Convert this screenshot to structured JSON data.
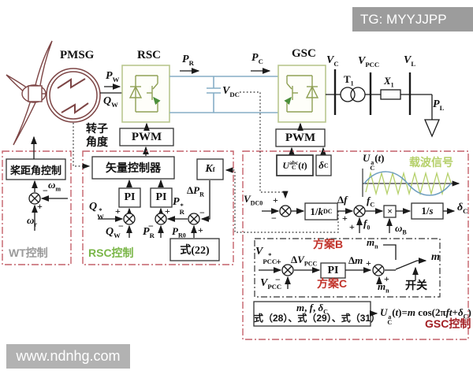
{
  "tg_badge": "TG: MYYJJPP",
  "watermark": "www.ndnhg.com",
  "signs": {
    "plus": "+",
    "minus": "−",
    "times": "×"
  },
  "powertrain": {
    "generator": "PMSG",
    "rsc": "RSC",
    "gsc": "GSC",
    "pwm": "PWM",
    "p_w": [
      {
        "t": "P",
        "i": true
      },
      {
        "sub": "W"
      }
    ],
    "q_w": [
      {
        "t": "Q",
        "i": true
      },
      {
        "sub": "W"
      }
    ],
    "p_r": [
      {
        "t": "P",
        "i": true
      },
      {
        "sub": "R"
      }
    ],
    "p_c": [
      {
        "t": "P",
        "i": true
      },
      {
        "sub": "C"
      }
    ],
    "v_dc": [
      {
        "t": "V",
        "i": true
      },
      {
        "sub": "DC"
      }
    ],
    "v_c": [
      {
        "t": "V",
        "i": true
      },
      {
        "sub": "C"
      }
    ],
    "t1": [
      {
        "t": "T"
      },
      {
        "sub": "1"
      }
    ],
    "v_pcc": [
      {
        "t": "V",
        "i": true
      },
      {
        "sub": "PCC"
      }
    ],
    "x1": [
      {
        "t": "X",
        "i": true
      },
      {
        "sub": "1"
      }
    ],
    "v_l": [
      {
        "t": "V",
        "i": true
      },
      {
        "sub": "L"
      }
    ],
    "p_l": [
      {
        "t": "P",
        "i": true
      },
      {
        "sub": "L"
      }
    ]
  },
  "wt_control": {
    "title": "WT控制",
    "pitch": "桨距角控制",
    "omega_m": [
      {
        "t": "ω",
        "i": true
      },
      {
        "sub": "m"
      }
    ],
    "omega_r": [
      {
        "t": "ω",
        "i": true
      },
      {
        "sub": "r"
      }
    ]
  },
  "rsc_control": {
    "title": "RSC控制",
    "rotor_angle_1": "转子",
    "rotor_angle_2": "角度",
    "vector": "矢量控制器",
    "pi": "PI",
    "kf": [
      {
        "t": "K",
        "i": true
      },
      {
        "sub": "f"
      }
    ],
    "delta_pr": [
      {
        "t": "Δ"
      },
      {
        "t": "P",
        "i": true
      },
      {
        "sub": "R"
      }
    ],
    "qw_ref": [
      {
        "t": "Q",
        "i": true
      },
      {
        "sup": "*",
        "sub": "W"
      }
    ],
    "qw": [
      {
        "t": "Q",
        "i": true
      },
      {
        "sub": "W"
      }
    ],
    "pr_ref": [
      {
        "t": "P",
        "i": true
      },
      {
        "sup": "*",
        "sub": "R"
      }
    ],
    "pr": [
      {
        "t": "P",
        "i": true
      },
      {
        "sub": "R"
      }
    ],
    "pr0": [
      {
        "t": "P",
        "i": true
      },
      {
        "sub": "R0"
      }
    ],
    "eq22": "式(22)"
  },
  "gsc_control": {
    "title": "GSC控制",
    "uc_abc": [
      {
        "t": "U",
        "i": true
      },
      {
        "sup": "abc",
        "sub": "C"
      },
      {
        "t": "("
      },
      {
        "t": "t",
        "i": true
      },
      {
        "t": ")"
      }
    ],
    "delta_c": [
      {
        "t": "δ",
        "i": true
      },
      {
        "sub": "C"
      }
    ],
    "uc_a": [
      {
        "t": "U",
        "i": true
      },
      {
        "sup": "a",
        "sub": "C"
      },
      {
        "t": "("
      },
      {
        "t": "t",
        "i": true
      },
      {
        "t": ")"
      }
    ],
    "carrier": "载波信号",
    "v_dc0": [
      {
        "t": "V",
        "i": true
      },
      {
        "sub": "DC0"
      }
    ],
    "inv_kdc": [
      {
        "t": "1/"
      },
      {
        "t": "k",
        "i": true
      },
      {
        "sub": "DC"
      }
    ],
    "delta_f": [
      {
        "t": "Δ"
      },
      {
        "t": "f",
        "i": true
      }
    ],
    "f_c": [
      {
        "t": "f",
        "i": true
      },
      {
        "sub": "C"
      }
    ],
    "f_0": [
      {
        "t": "f",
        "i": true
      },
      {
        "sub": "0"
      }
    ],
    "omega_b": [
      {
        "t": "ω",
        "i": true
      },
      {
        "sub": "B"
      }
    ],
    "inv_s": [
      {
        "t": "1/"
      },
      {
        "t": "s",
        "i": true
      }
    ],
    "delta_c_out": [
      {
        "t": "δ",
        "i": true
      },
      {
        "sub": "C"
      }
    ],
    "scheme_b": "方案B",
    "scheme_c": "方案C",
    "pi": "PI",
    "m_n": [
      {
        "t": "m",
        "i": true
      },
      {
        "sub": "n"
      }
    ],
    "v_pcc_ref": [
      {
        "t": "V",
        "i": true
      },
      {
        "sup": "*",
        "sub": "PCC"
      }
    ],
    "v_pcc": [
      {
        "t": "V",
        "i": true
      },
      {
        "sub": "PCC"
      }
    ],
    "delta_v_pcc": [
      {
        "t": "Δ"
      },
      {
        "t": "V",
        "i": true
      },
      {
        "sub": "PCC"
      }
    ],
    "delta_m": [
      {
        "t": "Δ"
      },
      {
        "t": "m",
        "i": true
      }
    ],
    "switch": "开关",
    "m_out": [
      {
        "t": "m",
        "i": true
      }
    ],
    "eq_line1": [
      {
        "t": "m",
        "i": true
      },
      {
        "t": ",  "
      },
      {
        "t": "f",
        "i": true
      },
      {
        "t": ",  "
      },
      {
        "t": "δ",
        "i": true
      },
      {
        "sub": "C"
      }
    ],
    "eq_line2": "式（28）、式（29）、式（31）",
    "equation": [
      {
        "t": "U",
        "i": true
      },
      {
        "sup": "a",
        "sub": "C"
      },
      {
        "t": "("
      },
      {
        "t": "t",
        "i": true
      },
      {
        "t": ")="
      },
      {
        "t": "m",
        "i": true
      },
      {
        "t": " cos(2π"
      },
      {
        "t": "ft",
        "i": true
      },
      {
        "t": "+"
      },
      {
        "t": "δ",
        "i": true
      },
      {
        "sub": "C"
      },
      {
        "t": ")"
      }
    ]
  },
  "colors": {
    "border_red": "#c4606a",
    "converter_green": "#b9c78f",
    "symbol_green": "#8fa055",
    "dc_blue": "#85aec6",
    "machine_red": "#7d4545",
    "carrier_green": "#b5d06a",
    "sine_blue": "#6f9fc0"
  }
}
